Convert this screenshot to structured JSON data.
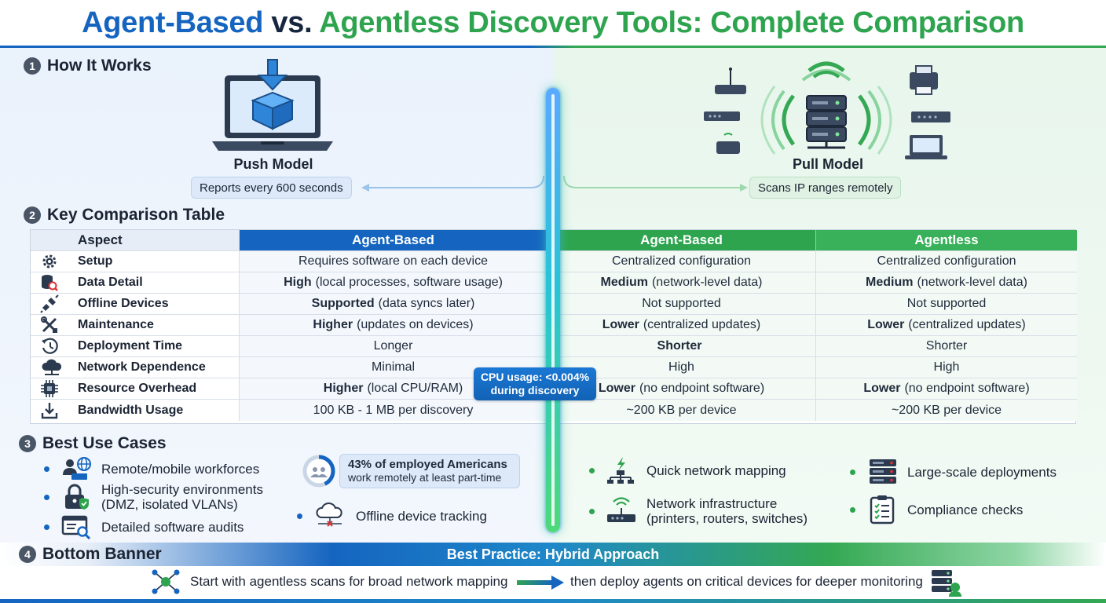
{
  "title": {
    "part1": "Agent-Based",
    "part2": "vs.",
    "part3": "Agentless Discovery Tools:",
    "part4": "Complete Comparison"
  },
  "sections": {
    "s1": {
      "num": "1",
      "title": "How It Works"
    },
    "s2": {
      "num": "2",
      "title": "Key Comparison Table"
    },
    "s3": {
      "num": "3",
      "title": "Best Use Cases"
    },
    "s4": {
      "num": "4",
      "title": "Bottom Banner"
    }
  },
  "how_it_works": {
    "push_label": "Push Model",
    "push_note": "Reports every 600 seconds",
    "pull_label": "Pull Model",
    "pull_note": "Scans IP ranges remotely"
  },
  "table": {
    "headers": [
      "Aspect",
      "Agent-Based",
      "Agent-Based",
      "Agentless"
    ],
    "rows": [
      {
        "icon": "gear-icon",
        "aspect": "Setup",
        "ab_b": "",
        "ab": "Requires software on each device",
        "ab2_b": "",
        "ab2": "Centralized configuration",
        "al_b": "",
        "al": "Centralized configuration"
      },
      {
        "icon": "database-search-icon",
        "aspect": "Data Detail",
        "ab_b": "High",
        "ab": "(local processes, software usage)",
        "ab2_b": "Medium",
        "ab2": "(network-level data)",
        "al_b": "Medium",
        "al": "(network-level data)"
      },
      {
        "icon": "unplug-icon",
        "aspect": "Offline Devices",
        "ab_b": "Supported",
        "ab": "(data syncs later)",
        "ab2_b": "",
        "ab2": "Not supported",
        "al_b": "",
        "al": "Not supported"
      },
      {
        "icon": "tools-icon",
        "aspect": "Maintenance",
        "ab_b": "Higher",
        "ab": "(updates on devices)",
        "ab2_b": "Lower",
        "ab2": "(centralized updates)",
        "al_b": "Lower",
        "al": "(centralized updates)"
      },
      {
        "icon": "clock-history-icon",
        "aspect": "Deployment Time",
        "ab_b": "",
        "ab": "Longer",
        "ab2_b": "Shorter",
        "ab2": "",
        "al_b": "",
        "al": "Shorter"
      },
      {
        "icon": "cloud-network-icon",
        "aspect": "Network Dependence",
        "ab_b": "",
        "ab": "Minimal",
        "ab2_b": "",
        "ab2": "High",
        "al_b": "",
        "al": "High"
      },
      {
        "icon": "cpu-chip-icon",
        "aspect": "Resource Overhead",
        "ab_b": "Higher",
        "ab": "(local CPU/RAM)",
        "ab2_b": "Lower",
        "ab2": "(no endpoint software)",
        "al_b": "Lower",
        "al": "(no endpoint software)"
      },
      {
        "icon": "download-tray-icon",
        "aspect": "Bandwidth Usage",
        "ab_b": "",
        "ab": "100 KB - 1 MB per discovery",
        "ab2_b": "",
        "ab2": "~200 KB per device",
        "al_b": "",
        "al": "~200 KB per device"
      }
    ],
    "cpu_badge_line1": "CPU usage: <0.004%",
    "cpu_badge_line2": "during discovery"
  },
  "use_cases": {
    "agent_based": [
      {
        "icon": "remote-workforce-icon",
        "text": "Remote/mobile workforces",
        "text2": ""
      },
      {
        "icon": "security-lock-icon",
        "text": "High-security environments",
        "text2": "(DMZ, isolated VLANs)"
      },
      {
        "icon": "software-audit-icon",
        "text": "Detailed software audits",
        "text2": ""
      }
    ],
    "stat_bold": "43% of employed Americans",
    "stat_rest": "work remotely at least part-time",
    "offline": {
      "icon": "cloud-offline-icon",
      "text": "Offline device tracking"
    },
    "agentless": [
      {
        "icon": "network-map-icon",
        "text": "Quick network mapping",
        "text2": ""
      },
      {
        "icon": "router-icon",
        "text": "Network infrastructure",
        "text2": "(printers, routers, switches)"
      },
      {
        "icon": "server-stack-icon",
        "text": "Large-scale deployments",
        "text2": ""
      },
      {
        "icon": "clipboard-check-icon",
        "text": "Compliance checks",
        "text2": ""
      }
    ]
  },
  "banner": {
    "title": "Best Practice: Hybrid Approach",
    "step1": "Start with agentless scans for broad network mapping",
    "step2": "then deploy agents on critical devices for deeper monitoring"
  },
  "colors": {
    "agent_blue": "#1565c0",
    "agentless_green": "#2ea44f",
    "navy": "#16263f"
  }
}
